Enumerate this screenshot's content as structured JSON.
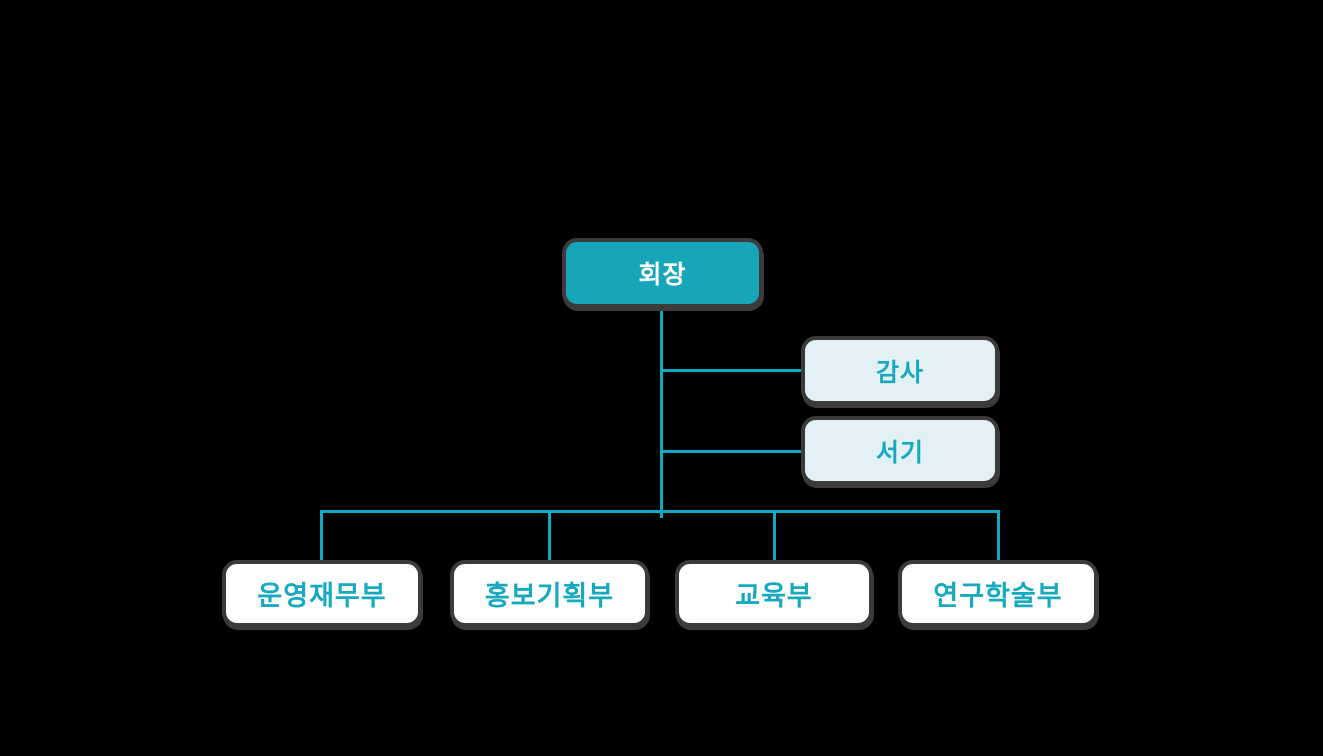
{
  "palette": {
    "bg": "#000000",
    "teal": "#17a6b8",
    "light": "#e3f1f6",
    "white": "#ffffff",
    "border": "#3b3b3b",
    "line": "#10a8c2",
    "text_teal": "#16a9c0",
    "text_white": "#ffffff"
  },
  "org_chart": {
    "root": {
      "label": "회장"
    },
    "staff": [
      {
        "label": "감사"
      },
      {
        "label": "서기"
      }
    ],
    "departments": [
      {
        "label": "운영재무부"
      },
      {
        "label": "홍보기획부"
      },
      {
        "label": "교육부"
      },
      {
        "label": "연구학술부"
      }
    ]
  }
}
